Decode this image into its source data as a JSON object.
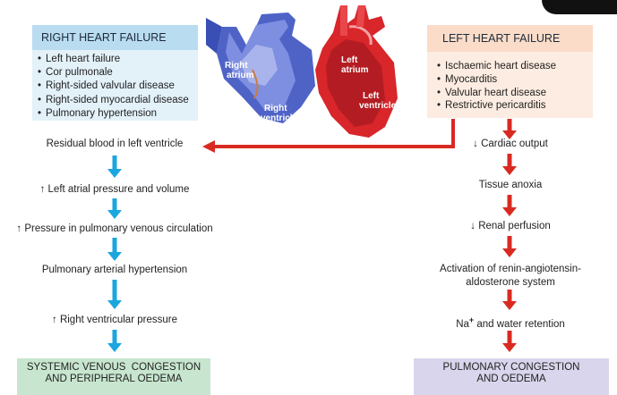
{
  "right_heart_failure": {
    "title": "RIGHT HEART FAILURE",
    "items": [
      "Left heart failure",
      "Cor pulmonale",
      "Right-sided valvular disease",
      "Right-sided myocardial disease",
      "Pulmonary hypertension"
    ]
  },
  "left_heart_failure": {
    "title": "LEFT HEART FAILURE",
    "items": [
      "Ischaemic heart disease",
      "Myocarditis",
      "Valvular heart disease",
      "Restrictive pericarditis"
    ]
  },
  "heart_labels": {
    "right_atrium": [
      "Right",
      "atrium"
    ],
    "right_ventricle": [
      "Right",
      "ventricle"
    ],
    "left_atrium": [
      "Left",
      "atrium"
    ],
    "left_ventricle": [
      "Left",
      "ventricle"
    ]
  },
  "left_flow": [
    "Residual blood in left ventricle",
    "↑ Left atrial pressure and volume",
    "↑ Pressure in pulmonary venous circulation",
    "Pulmonary arterial hypertension",
    "↑ Right ventricular pressure"
  ],
  "right_flow": [
    "↓ Cardiac output",
    "Tissue anoxia",
    "↓ Renal perfusion",
    "Activation of renin-angiotensin-",
    "aldosterone system",
    "and water retention"
  ],
  "sodium": {
    "symbol": "Na",
    "charge": "+"
  },
  "outcomes": {
    "left_lines": [
      "SYSTEMIC VENOUS  CONGESTION",
      "AND PERIPHERAL OEDEMA"
    ],
    "right_lines": [
      "PULMONARY CONGESTION",
      "AND OEDEMA"
    ]
  },
  "colors": {
    "blue_arrow": "#1ba6df",
    "red_arrow": "#d92a22",
    "right_heart": "#4f63c7",
    "left_heart": "#d8262a"
  }
}
